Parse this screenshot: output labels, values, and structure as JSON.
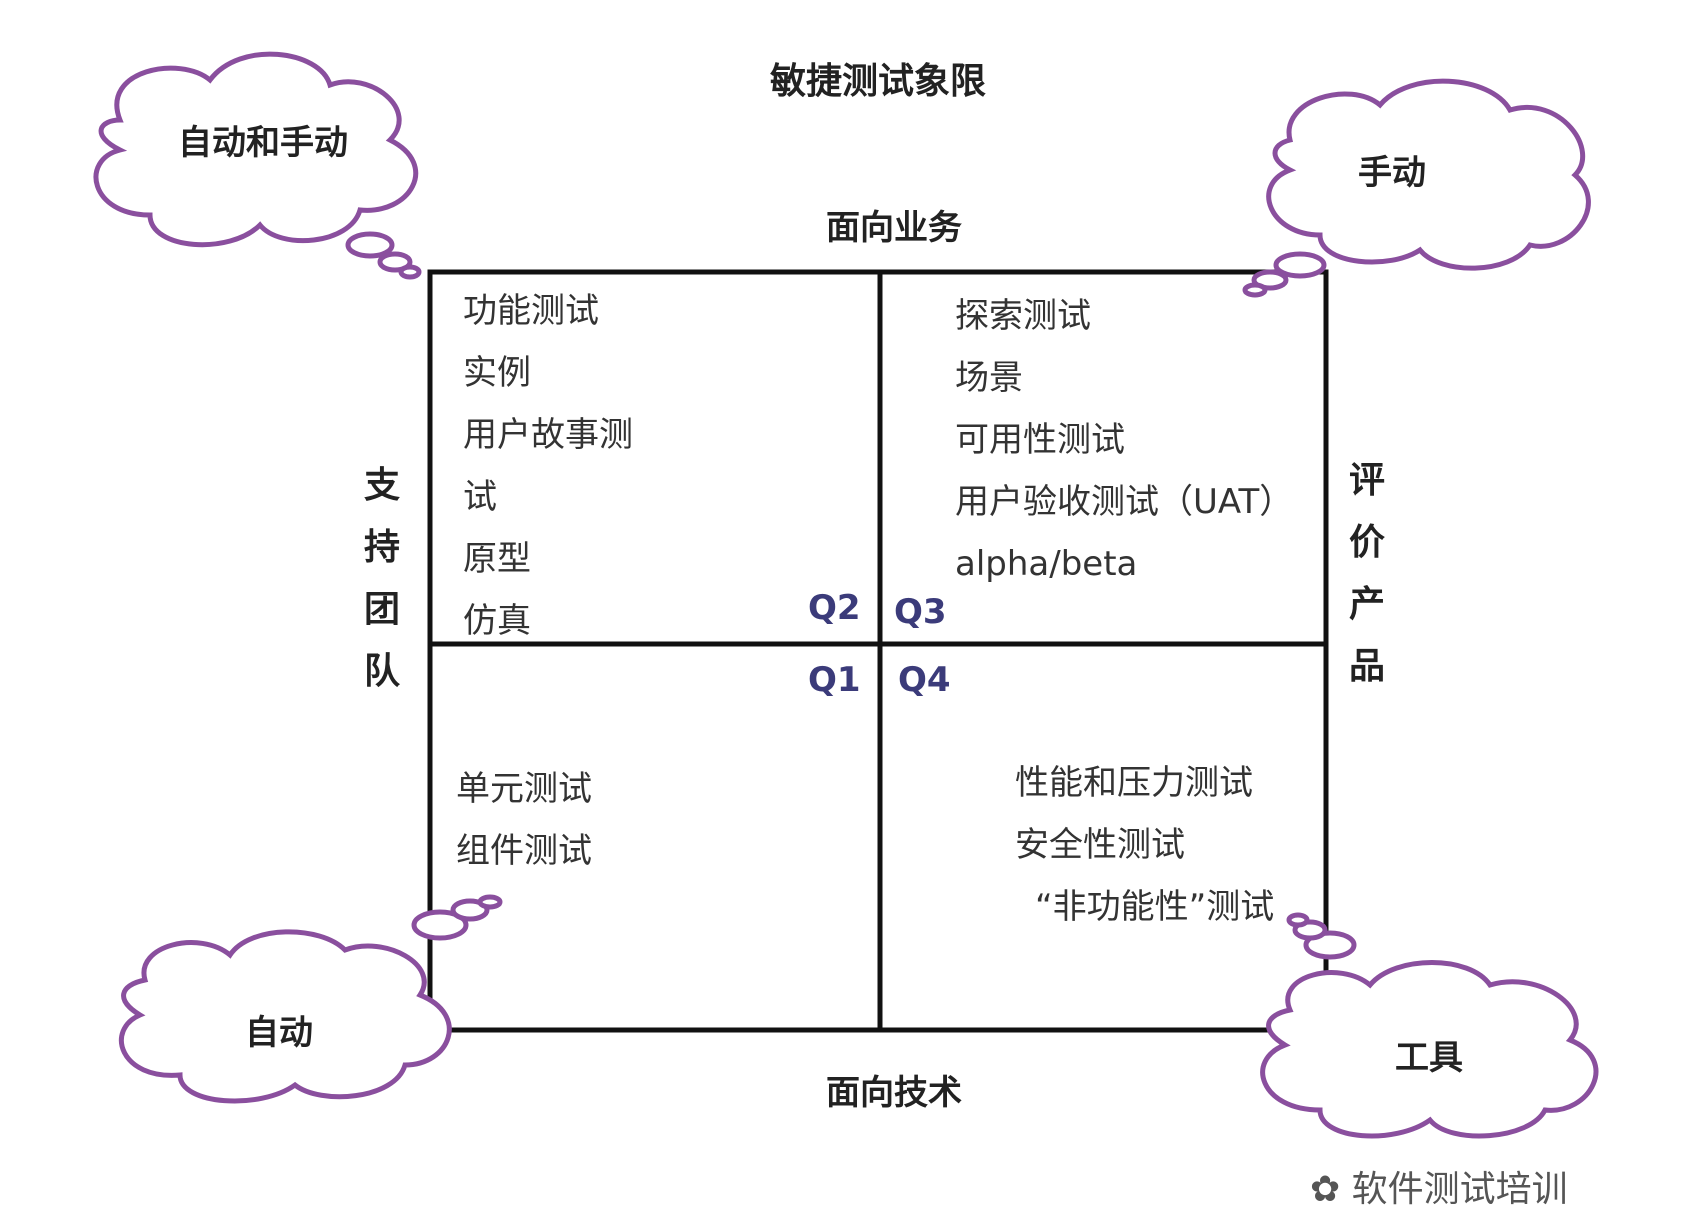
{
  "title": "敏捷测试象限",
  "axes": {
    "top": "面向业务",
    "bottom": "面向技术",
    "left": [
      "支",
      "持",
      "团",
      "队"
    ],
    "right": [
      "评",
      "价",
      "产",
      "品"
    ]
  },
  "clouds": {
    "top_left": "自动和手动",
    "top_right": "手动",
    "bottom_left": "自动",
    "bottom_right": "工具"
  },
  "quadrants": {
    "q2": {
      "label": "Q2",
      "items": [
        "功能测试",
        "实例",
        "用户故事测",
        "试",
        "原型",
        "仿真"
      ]
    },
    "q3": {
      "label": "Q3",
      "items": [
        "探索测试",
        "场景",
        "可用性测试",
        "用户验收测试（UAT）",
        "alpha/beta"
      ]
    },
    "q1": {
      "label": "Q1",
      "items": [
        "单元测试",
        "组件测试"
      ]
    },
    "q4": {
      "label": "Q4",
      "items": [
        "性能和压力测试",
        "安全性测试",
        "“非功能性”测试"
      ]
    }
  },
  "watermark": "软件测试培训",
  "colors": {
    "cloud_stroke": "#8a4f9e",
    "grid": "#111111",
    "q_label": "#3b3b7a"
  }
}
